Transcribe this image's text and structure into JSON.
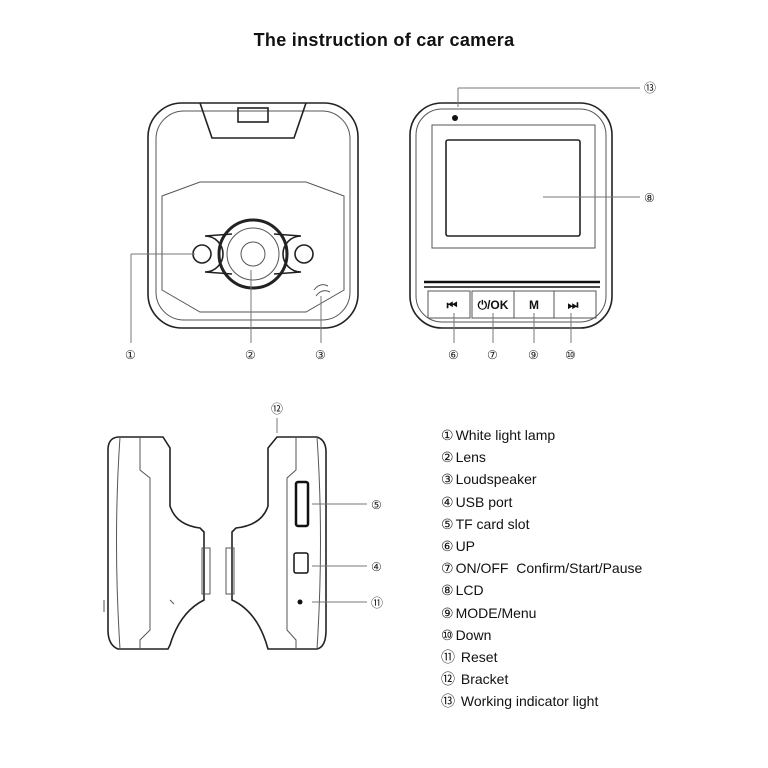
{
  "title": "The instruction of car camera",
  "buttons": {
    "up": "⏮",
    "ok": "⏻/OK",
    "mode": "M",
    "down": "⏭"
  },
  "callouts": {
    "c1": "①",
    "c2": "②",
    "c3": "③",
    "c4": "④",
    "c5": "⑤",
    "c6": "⑥",
    "c7": "⑦",
    "c8": "⑧",
    "c9": "⑨",
    "c10": "⑩",
    "c11": "⑪",
    "c12": "⑫",
    "c13": "⑬"
  },
  "legend": [
    {
      "num": "①",
      "label": "White light lamp"
    },
    {
      "num": "②",
      "label": "Lens"
    },
    {
      "num": "③",
      "label": "Loudspeaker"
    },
    {
      "num": "④",
      "label": "USB port"
    },
    {
      "num": "⑤",
      "label": "TF card slot"
    },
    {
      "num": "⑥",
      "label": "UP"
    },
    {
      "num": "⑦",
      "label": "ON/OFF  Confirm/Start/Pause"
    },
    {
      "num": "⑧",
      "label": "LCD"
    },
    {
      "num": "⑨",
      "label": "MODE/Menu"
    },
    {
      "num": "⑩",
      "label": "Down"
    },
    {
      "num": "⑪",
      "label": " Reset"
    },
    {
      "num": "⑫",
      "label": " Bracket"
    },
    {
      "num": "⑬",
      "label": " Working indicator light"
    }
  ]
}
